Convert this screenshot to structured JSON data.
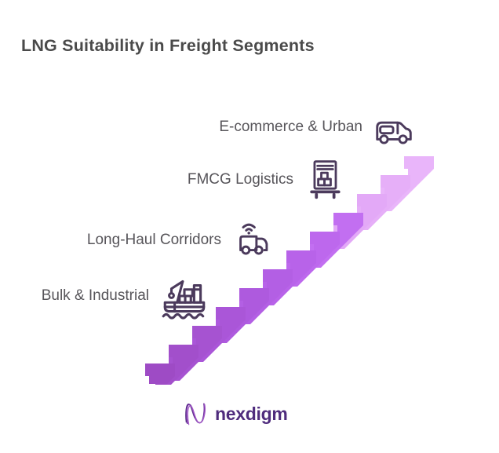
{
  "title": "LNG Suitability in Freight Segments",
  "segments": [
    {
      "label": "E-commerce & Urban",
      "icon": "delivery-van-icon"
    },
    {
      "label": "FMCG Logistics",
      "icon": "freight-trolley-icon"
    },
    {
      "label": "Long-Haul Corridors",
      "icon": "connected-truck-icon"
    },
    {
      "label": "Bulk & Industrial",
      "icon": "cargo-ship-icon"
    }
  ],
  "staircase": {
    "steps": 12,
    "direction": "ascending-to-upper-right",
    "colors_bottom_to_top": [
      "#9e4bc5",
      "#a24fcb",
      "#a653d1",
      "#aa56d8",
      "#ae5ade",
      "#b35fe4",
      "#b863e9",
      "#bd68ed",
      "#c26ff1",
      "#e3a9f7",
      "#e6aff8",
      "#e9b5fa"
    ]
  },
  "logo": {
    "text": "nexdigm"
  },
  "colors": {
    "title": "#4a4a4a",
    "label": "#57555a",
    "icon_stroke": "#4b3a5c",
    "logo_text": "#4f2c7d",
    "logo_mark_dark": "#6e2f9e",
    "logo_mark_light": "#a55bc9",
    "logo_mark_deep": "#4f2c7d"
  }
}
